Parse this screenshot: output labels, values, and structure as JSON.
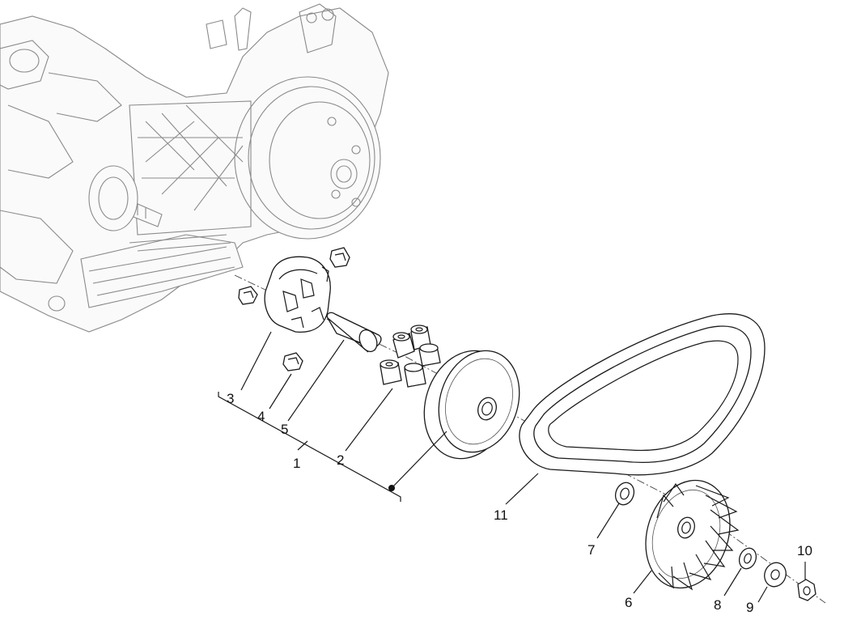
{
  "diagram": {
    "type": "exploded-parts-view",
    "colors": {
      "parts": "#1a1a1a",
      "engine": "#8a8a8a",
      "background": "#ffffff"
    },
    "callouts": [
      "1",
      "2",
      "3",
      "4",
      "5",
      "6",
      "7",
      "8",
      "9",
      "10",
      "11"
    ]
  }
}
